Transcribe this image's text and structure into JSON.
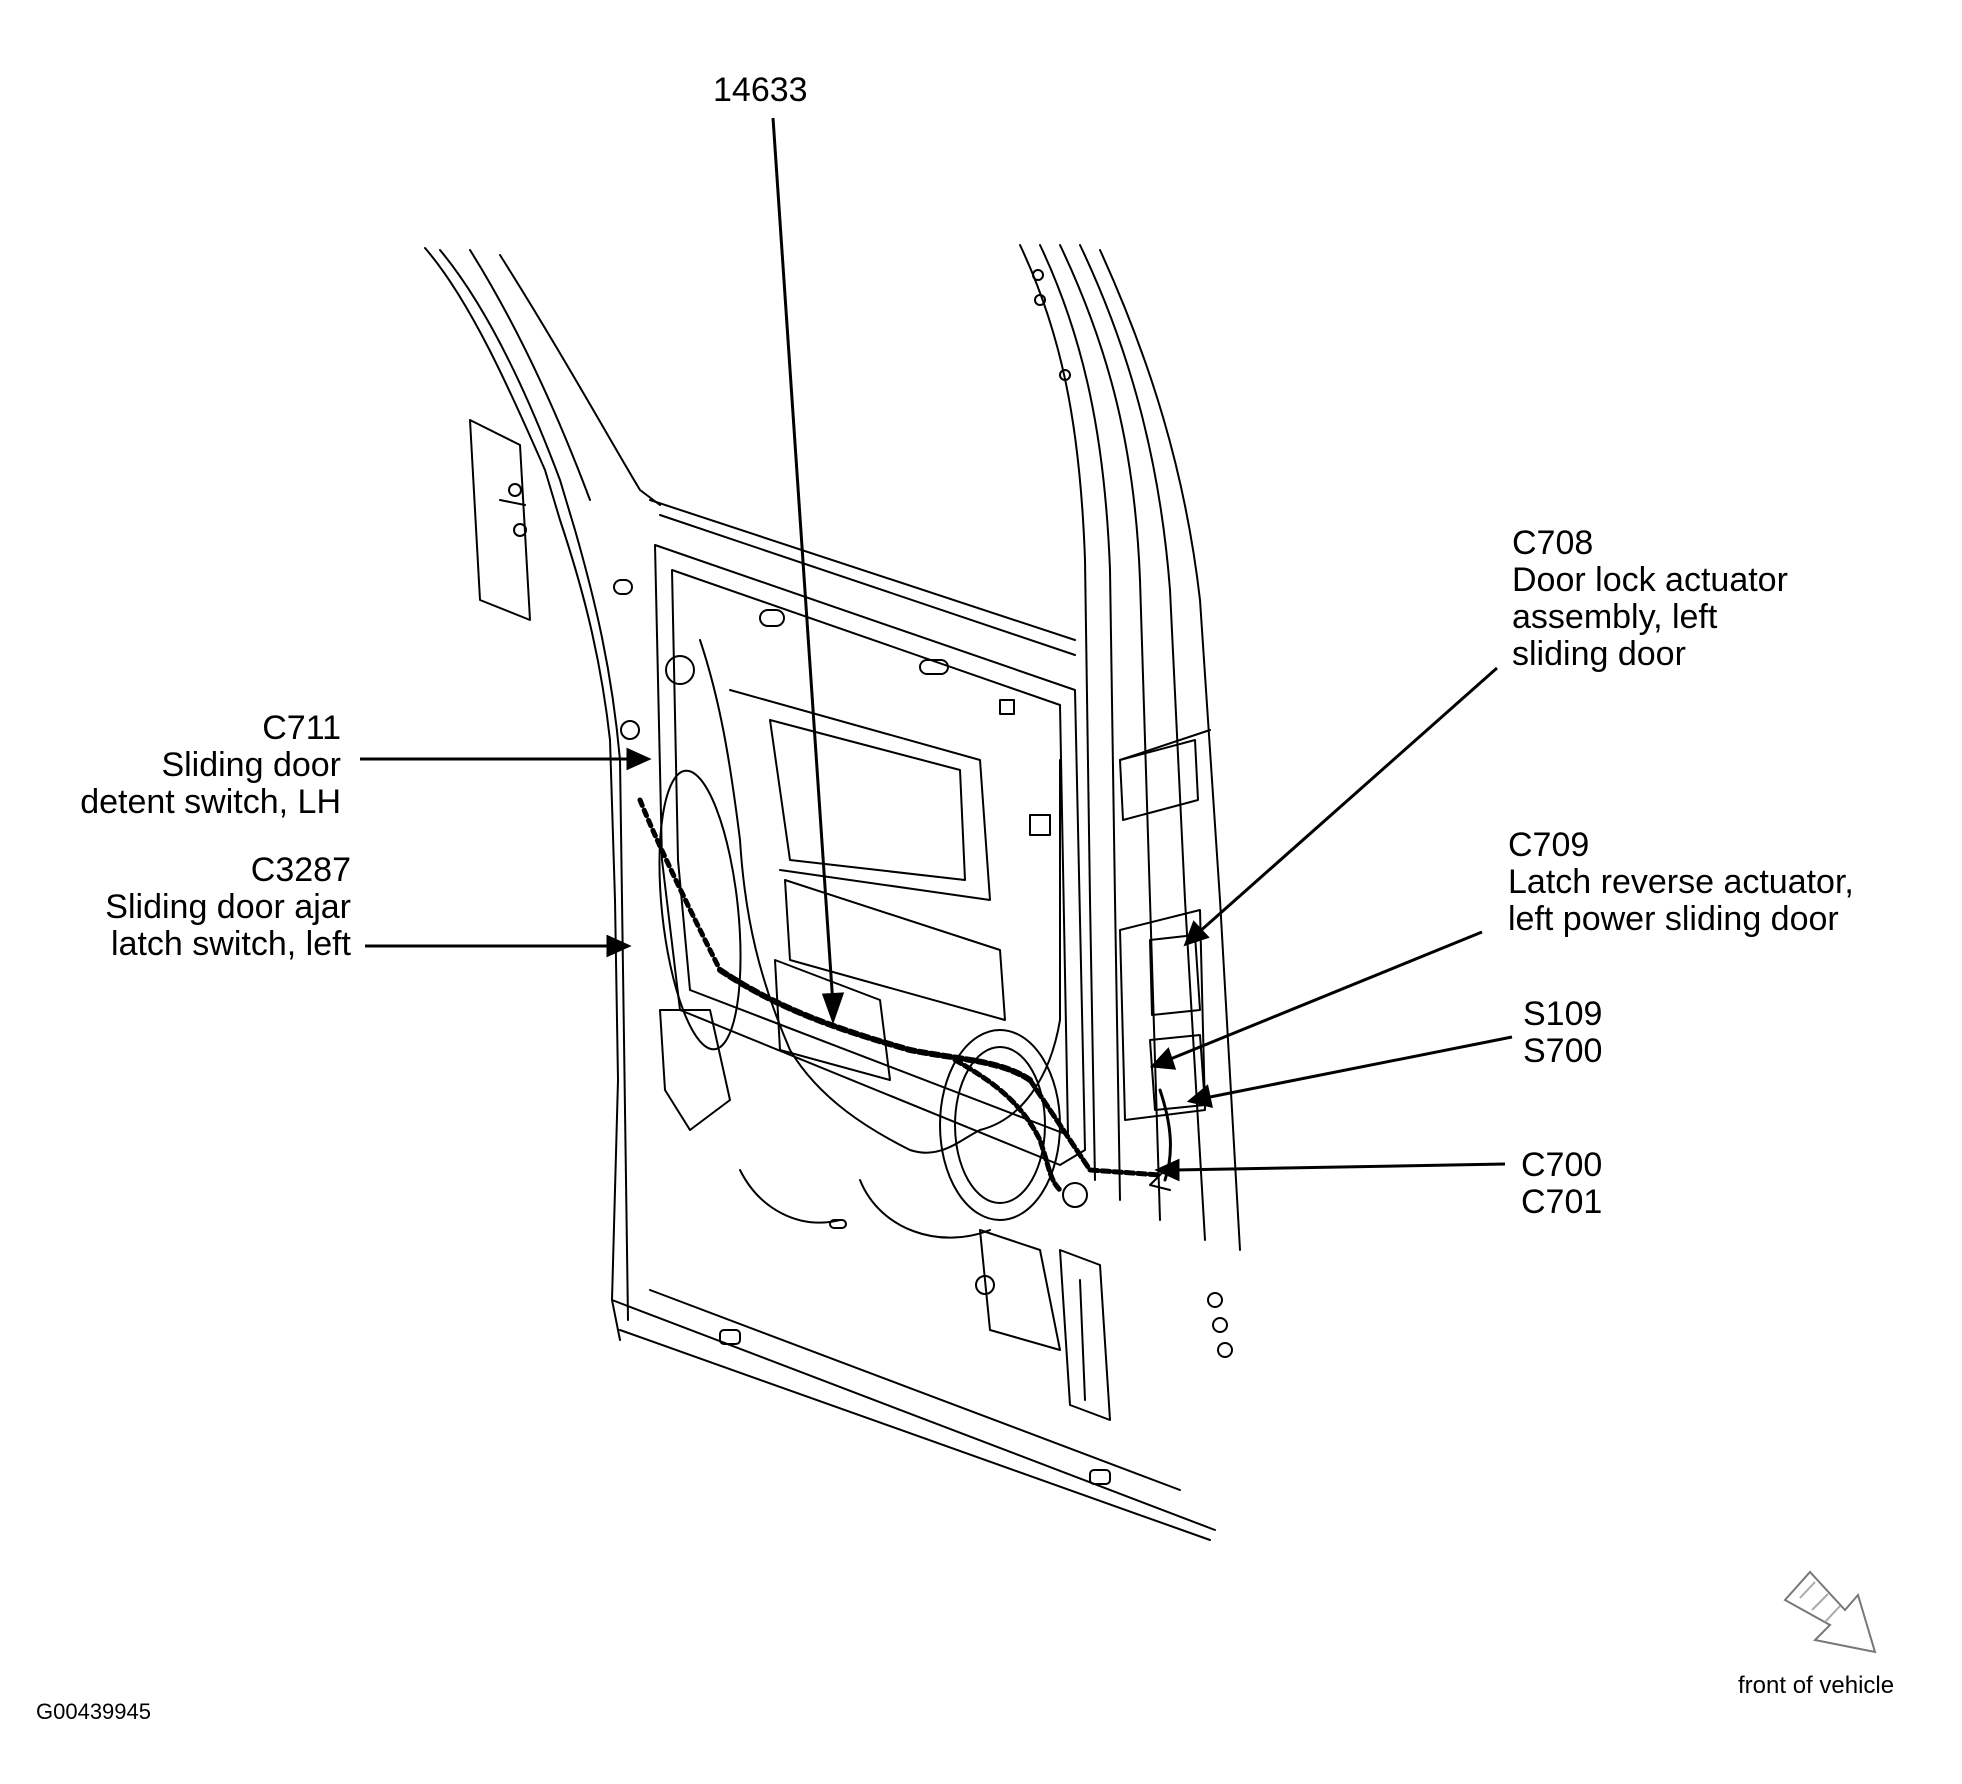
{
  "diagram_id": "G00439945",
  "orientation_note": "front of vehicle",
  "callouts": {
    "part_14633": {
      "code": "14633"
    },
    "c711": {
      "code": "C711",
      "desc_line1": "Sliding door",
      "desc_line2": "detent switch, LH"
    },
    "c3287": {
      "code": "C3287",
      "desc_line1": "Sliding door ajar",
      "desc_line2": "latch switch, left"
    },
    "c708": {
      "code": "C708",
      "desc_line1": "Door lock actuator",
      "desc_line2": "assembly, left",
      "desc_line3": "sliding door"
    },
    "c709": {
      "code": "C709",
      "desc_line1": "Latch reverse actuator,",
      "desc_line2": "left power sliding door"
    },
    "splices": {
      "line1": "S109",
      "line2": "S700"
    },
    "connectors_c700": {
      "line1": "C700",
      "line2": "C701"
    }
  }
}
